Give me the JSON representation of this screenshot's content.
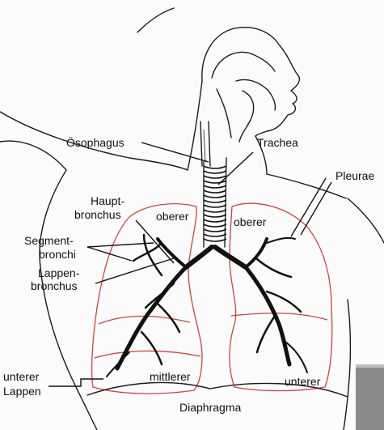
{
  "labels": {
    "oesophagus": "Ösophagus",
    "trachea": "Trachea",
    "pleurae": "Pleurae",
    "hauptbronchus_1": "Haupt-",
    "hauptbronchus_2": "bronchus",
    "segmentbronchi_1": "Segment-",
    "segmentbronchi_2": "bronchi",
    "lappenbronchus_1": "Lappen-",
    "lappenbronchus_2": "bronchus",
    "oberer_left": "oberer",
    "oberer_right": "oberer",
    "mittlerer": "mittlerer",
    "unterer": "unterer",
    "unterer_lappen_1": "unterer",
    "unterer_lappen_2": "Lappen",
    "diaphragma": "Diaphragma"
  },
  "colors": {
    "ink": "#111111",
    "lung_outline": "#c8473b",
    "background": "#fbfbfb",
    "corner_shade": "#8a8a8a"
  }
}
